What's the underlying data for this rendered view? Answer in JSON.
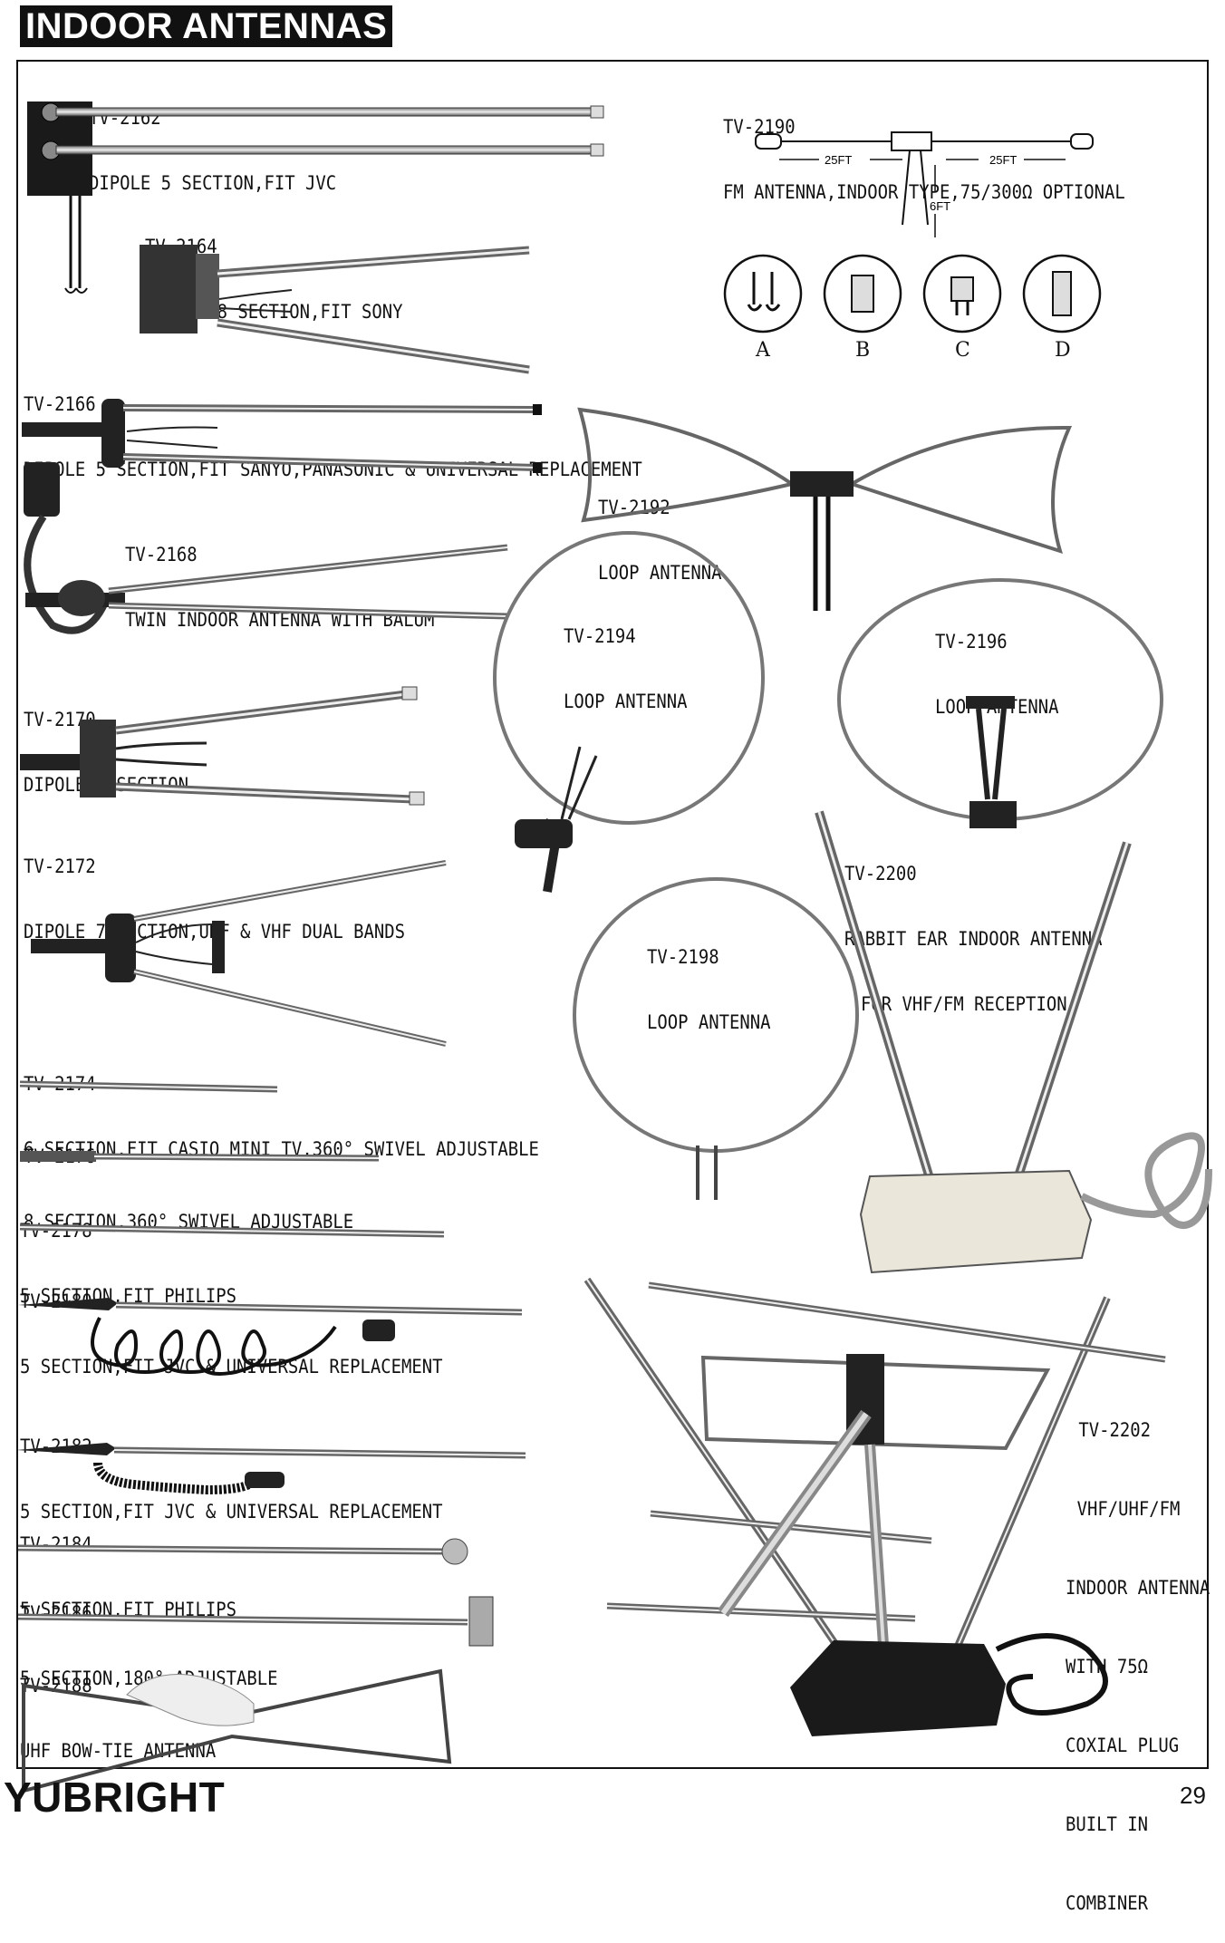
{
  "header": {
    "title": "INDOOR ANTENNAS"
  },
  "footer": {
    "brand": "YUBRIGHT",
    "page_number": "29"
  },
  "products": [
    {
      "model": "TV-2162",
      "desc": "DIPOLE 5 SECTION,FIT JVC"
    },
    {
      "model": "TV-2164",
      "desc": "DIPOLE 8 SECTION,FIT SONY"
    },
    {
      "model": "TV-2166",
      "desc": "DIPOLE 5 SECTION,FIT SANYO,PANASONIC & UNIVERSAL REPLACEMENT"
    },
    {
      "model": "TV-2168",
      "desc": "TWIN INDOOR ANTENNA WITH BALUM"
    },
    {
      "model": "TV-2170",
      "desc": "DIPOLE 8 SECTION"
    },
    {
      "model": "TV-2172",
      "desc": "DIPOLE 7 SECTION,UHF & VHF DUAL BANDS"
    },
    {
      "model": "TV-2174",
      "desc": "6 SECTION,FIT CASIO MINI TV,360° SWIVEL ADJUSTABLE"
    },
    {
      "model": "TV-2176",
      "desc": "8 SECTION,360° SWIVEL ADJUSTABLE"
    },
    {
      "model": "TV-2178",
      "desc": "5 SECTION,FIT PHILIPS"
    },
    {
      "model": "TV-2180",
      "desc": "5 SECTION,FIT JVC & UNIVERSAL REPLACEMENT"
    },
    {
      "model": "TV-2182",
      "desc": "5 SECTION,FIT JVC & UNIVERSAL REPLACEMENT"
    },
    {
      "model": "TV-2184",
      "desc": "5 SECTION,FIT PHILIPS"
    },
    {
      "model": "TV-2186",
      "desc": "5 SECTION,180° ADJUSTABLE"
    },
    {
      "model": "TV-2188",
      "desc": "UHF BOW-TIE ANTENNA"
    },
    {
      "model": "TV-2190",
      "desc": "FM ANTENNA,INDOOR TYPE,75/300Ω OPTIONAL"
    },
    {
      "model": "TV-2192",
      "desc": "LOOP ANTENNA"
    },
    {
      "model": "TV-2194",
      "desc": "LOOP ANTENNA"
    },
    {
      "model": "TV-2196",
      "desc": "LOOP ANTENNA"
    },
    {
      "model": "TV-2198",
      "desc": "LOOP ANTENNA"
    },
    {
      "model": "TV-2200",
      "desc": "RABBIT EAR INDOOR ANTENNA",
      "desc2": "FOR VHF/FM RECEPTION"
    },
    {
      "model": "TV-2202",
      "desc": "VHF/UHF/FM",
      "desc2": "INDOOR ANTENNA",
      "desc3": "WITH 75Ω",
      "desc4": "COXIAL PLUG",
      "desc5": "BUILT IN",
      "desc6": "COMBINER"
    }
  ],
  "fm_diagram": {
    "left_length": "25FT",
    "right_length": "25FT",
    "drop_length": "6FT"
  },
  "plugs": [
    "A",
    "B",
    "C",
    "D"
  ]
}
